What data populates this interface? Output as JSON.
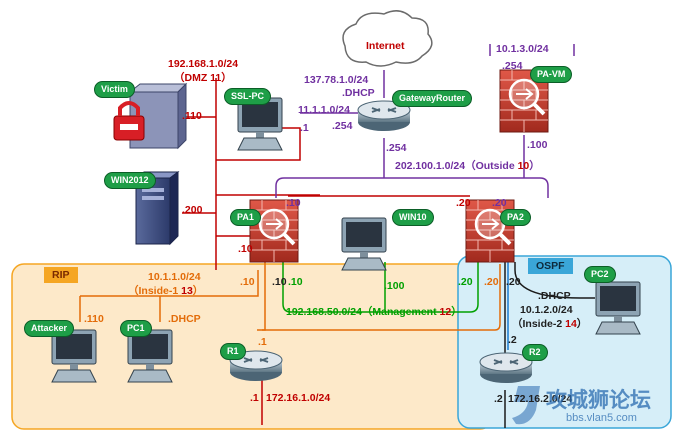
{
  "clouds": {
    "internet": "Internet"
  },
  "nodes": {
    "victim": "Victim",
    "ssl_pc": "SSL-PC",
    "gateway_router": "GatewayRouter",
    "pa_vm": "PA-VM",
    "win2012": "WIN2012",
    "pa1": "PA1",
    "win10": "WIN10",
    "pa2": "PA2",
    "attacker": "Attacker",
    "pc1": "PC1",
    "r1": "R1",
    "r2": "R2",
    "pc2": "PC2"
  },
  "zones": {
    "rip": "RIP",
    "ospf": "OSPF"
  },
  "networks": {
    "dmz_net": "192.168.1.0/24",
    "dmz_zone": "（DMZ 11）",
    "gw_ext_net": "137.78.1.0/24",
    "gw_ext_mode": ".DHCP",
    "sslpc_net": "11.1.1.0/24",
    "pavm_net": "10.1.3.0/24",
    "outside_prefix": "202.100.1.0/24（Outside ",
    "outside_num": "10",
    "outside_suffix": "）",
    "inside1_net": "10.1.1.0/24",
    "inside1_prefix": "（Inside-1 ",
    "inside1_num": "13",
    "inside1_suffix": "）",
    "mgmt_prefix": "192.168.50.0/24（Management ",
    "mgmt_num": "12",
    "mgmt_suffix": "）",
    "inside2_net": "10.1.2.0/24",
    "inside2_prefix": "（Inside-2 ",
    "inside2_num": "14",
    "inside2_suffix": "）",
    "r1_lan": "172.16.1.0/24",
    "r2_lan": "172.16.2.0/24",
    "pc1_dhcp": ".DHCP",
    "pc2_dhcp": ".DHCP"
  },
  "host_addrs": {
    "victim_110": ".110",
    "sslpc_1": ".1",
    "gw_254_left": ".254",
    "pavm_254": ".254",
    "pavm_100": ".100",
    "gw_254_bottom": ".254",
    "win2012_200": ".200",
    "pa1_top_10": ".10",
    "pa1_left_10": ".10",
    "pa1_bot_10": ".10",
    "pa1_mgmt_10": ".10",
    "pa1_rip_10": ".10",
    "r1_1_top": ".1",
    "r1_1_bot": ".1",
    "attacker_110": ".110",
    "win10_100": ".100",
    "pa2_top_20a": ".20",
    "pa2_top_20b": ".20",
    "pa2_mgmt_20": ".20",
    "pa2_in2_20": ".20",
    "pa2_ospf_20": ".20",
    "r2_2_top": ".2",
    "r2_2_bot": ".2"
  },
  "watermark": {
    "brand": "攻城狮论坛",
    "url": "bbs.vlan5.com"
  },
  "colors": {
    "dmz_line": "#c00000",
    "outside_line": "#7030a0",
    "inside1_line": "#e36c09",
    "mgmt_line": "#00a000",
    "inside2_line": "#1a1a1a",
    "rip_fill": "#fde9c9",
    "rip_border": "#f5a623",
    "ospf_fill": "#d6eef8",
    "ospf_border": "#3aa6d8",
    "node_badge": "#1e9e47",
    "firewall_brick": "#c0392b"
  },
  "icons": [
    "cloud-icon",
    "server-lock-icon",
    "pc-icon",
    "router-icon",
    "firewall-icon",
    "tower-server-icon"
  ]
}
